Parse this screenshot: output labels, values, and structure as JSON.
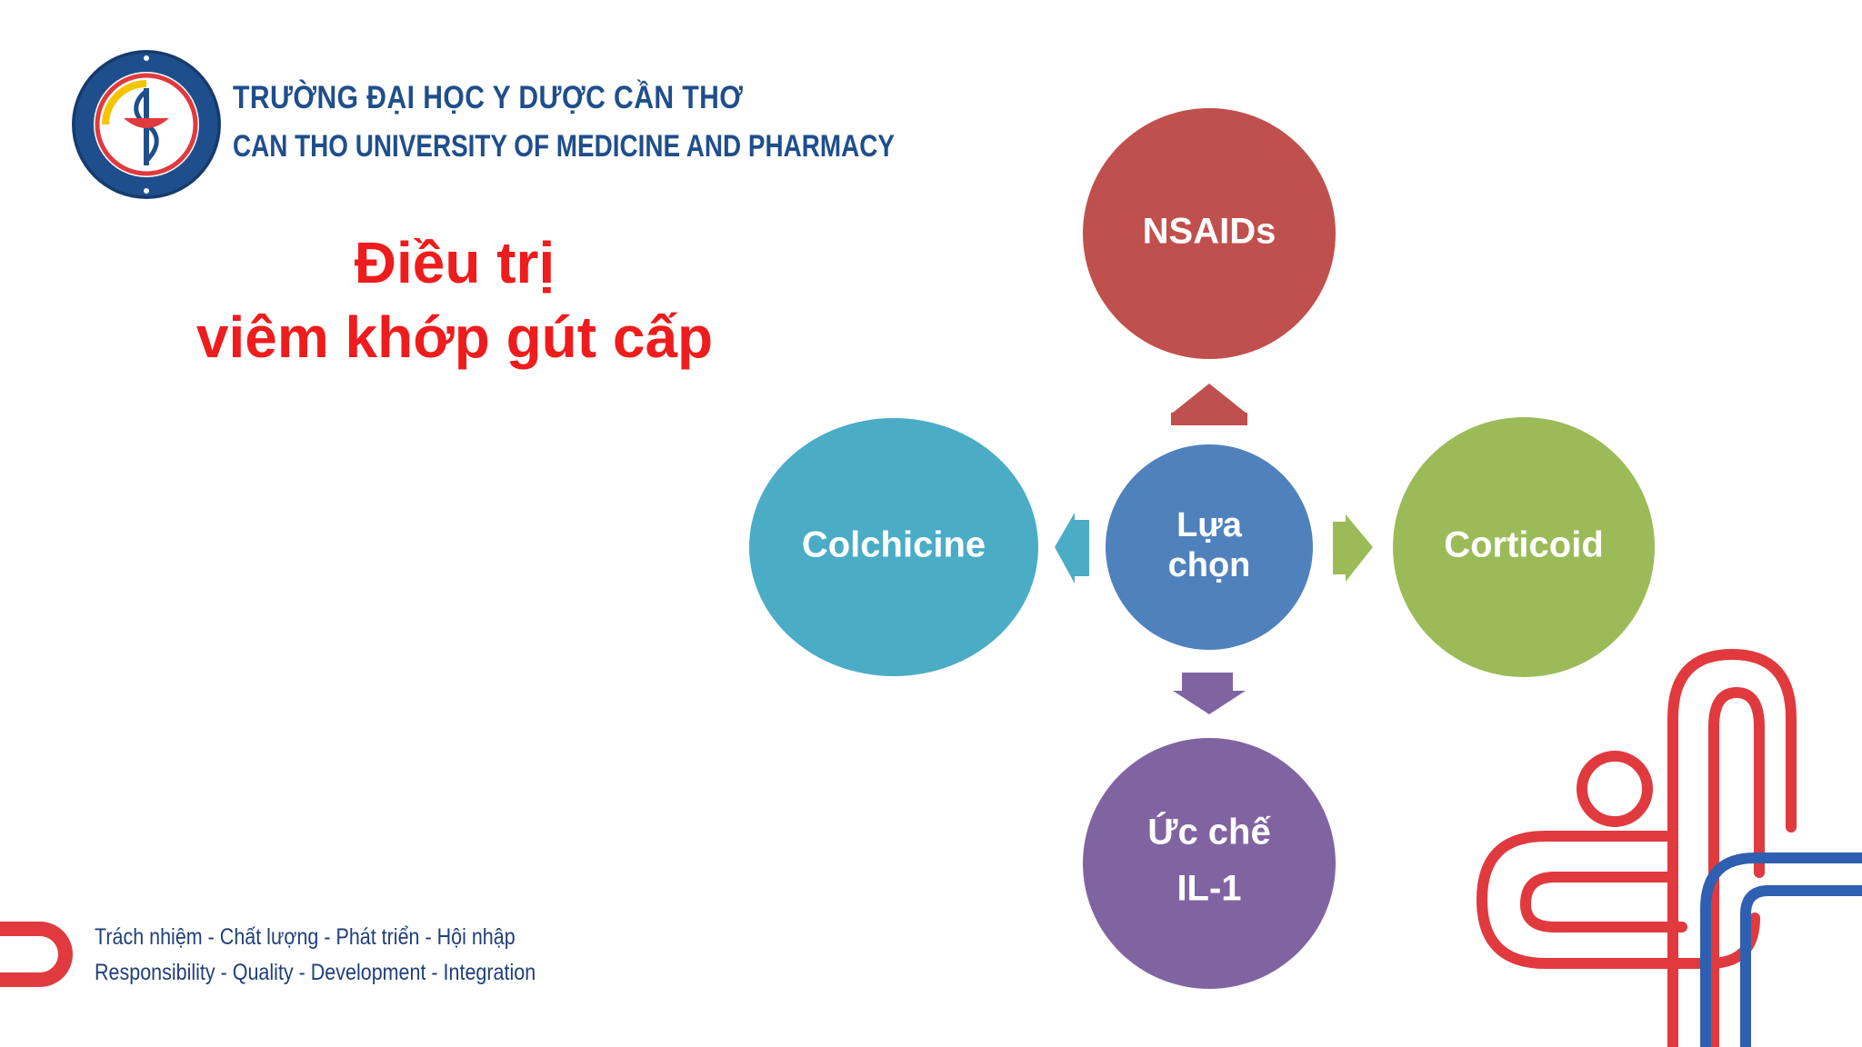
{
  "header": {
    "university_vi": "TRƯỜNG ĐẠI HỌC Y DƯỢC CẦN THƠ",
    "university_en": "CAN THO UNIVERSITY OF MEDICINE AND PHARMACY"
  },
  "slide": {
    "title_line1": "Điều trị",
    "title_line2": "viêm khớp gút cấp"
  },
  "diagram": {
    "center": {
      "line1": "Lựa",
      "line2": "chọn",
      "color": "#4f81bd"
    },
    "nodes": {
      "top": {
        "label": "NSAIDs",
        "color": "#c0504d"
      },
      "right": {
        "label": "Corticoid",
        "color": "#9bbb59"
      },
      "bottom": {
        "line1": "Ức chế",
        "line2": "IL-1",
        "color": "#8064a2"
      },
      "left": {
        "label": "Colchicine",
        "color": "#4bacc6"
      }
    }
  },
  "footer": {
    "motto_vi": "Trách nhiệm - Chất lượng - Phát triển - Hội nhập",
    "motto_en": "Responsibility - Quality - Development - Integration"
  },
  "colors": {
    "title": "#ee1c1c",
    "brand_blue": "#1f4e8c",
    "brand_red": "#e03a3e",
    "deco_blue": "#2f5fb0"
  },
  "icons": {
    "logo": "university-emblem",
    "decoration": "interlocking-ribbon"
  }
}
